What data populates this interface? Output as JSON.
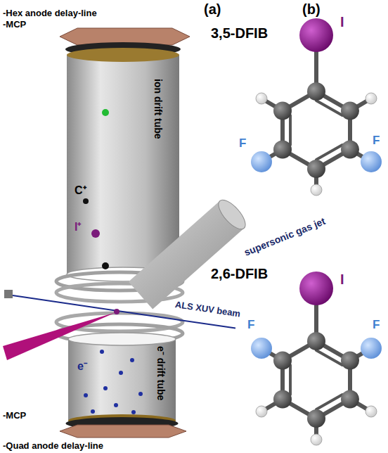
{
  "diagram": {
    "labels": [
      "(a)",
      "(b)",
      "-Hex anode delay-line",
      "-MCP",
      "ion drift tube",
      "C⁺",
      "I⁺",
      "supersonic gas jet",
      "ALS XUV beam",
      "e⁻",
      "e⁻ drift tube",
      "-MCP",
      "-Quad anode delay-line",
      "3,5-DFIB",
      "I",
      "F",
      "F",
      "2,6-DFIB",
      "I",
      "F",
      "F"
    ]
  }
}
